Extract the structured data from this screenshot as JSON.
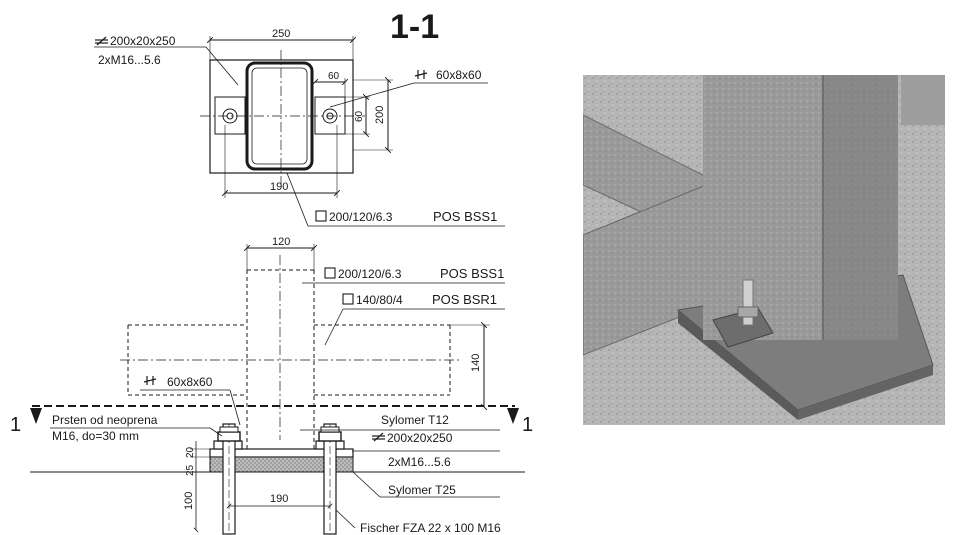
{
  "section_title": "1-1",
  "plan_view": {
    "dim_width": "250",
    "dim_bolt_spacing": "190",
    "dim_height": "200",
    "dim_washer_w": "60",
    "dim_washer_h": "60",
    "plate_label": "200x20x250",
    "bolts_label": "2xM16...5.6",
    "washer_label": "60x8x60",
    "column_label": "200/120/6.3",
    "column_pos": "POS  BSS1"
  },
  "elevation_view": {
    "dim_column_w": "120",
    "column_label": "200/120/6.3",
    "column_pos": "POS  BSS1",
    "beam_label": "140/80/4",
    "beam_pos": "POS  BSR1",
    "dim_beam_h": "140",
    "washer_label": "60x8x60",
    "section_mark_left": "1",
    "section_mark_right": "1",
    "neoprene_ring": "Prsten od neoprena",
    "nut_spec": "M16, do=30 mm",
    "sylomer_top": "Sylomer T12",
    "plate_label": "200x20x250",
    "bolts_label": "2xM16...5.6",
    "sylomer_bottom": "Sylomer T25",
    "dim_plate_1": "20",
    "dim_plate_2": "25",
    "dim_anchor_depth": "100",
    "dim_bolt_spacing": "190",
    "anchor_label": "Fischer FZA 22 x 100 M16"
  },
  "colors": {
    "line": "#1a1a1a",
    "photo_ground": "#b3b3b3",
    "photo_steel": "#8a8a8a"
  }
}
